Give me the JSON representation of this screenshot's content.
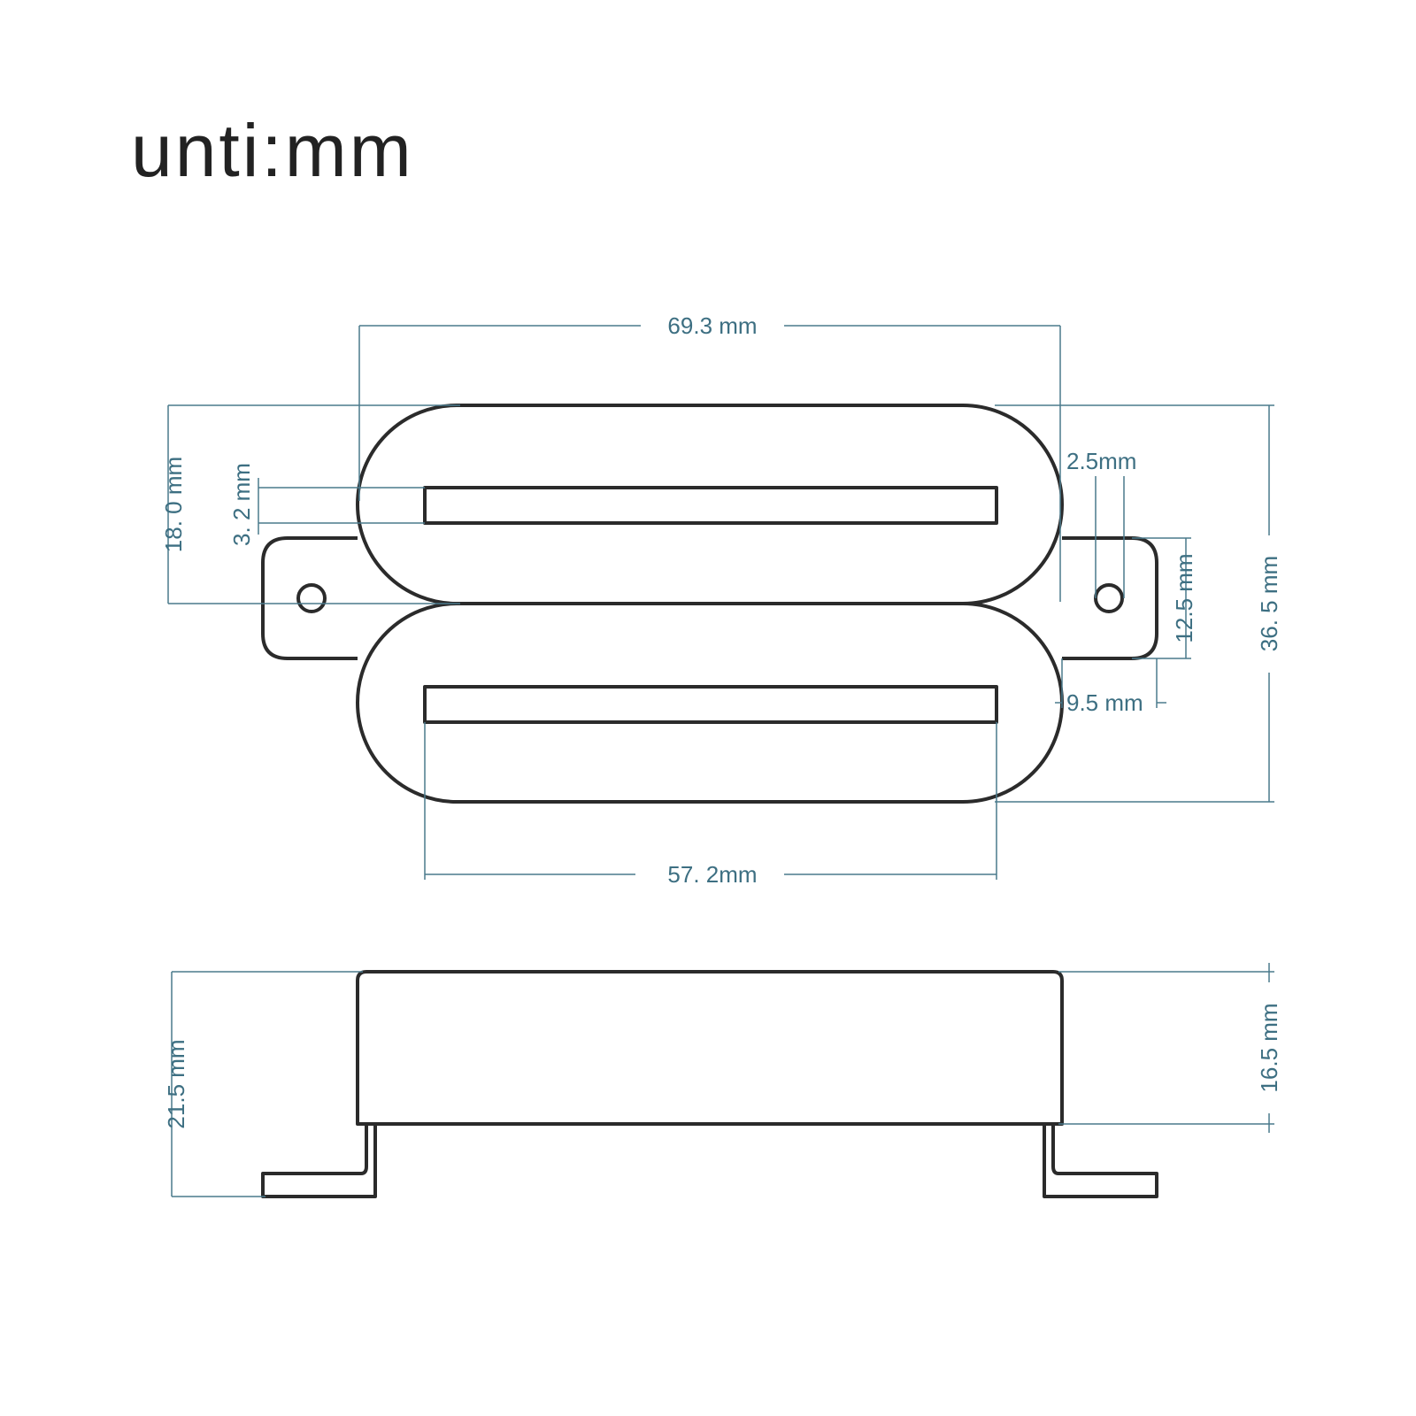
{
  "title": "unti:mm",
  "colors": {
    "outline": "#2b2b2b",
    "dimension": "#4a7a8c",
    "dimension_text": "#3d6f82"
  },
  "top_view": {
    "overall_width": "69.3 mm",
    "blade_length": "57. 2mm",
    "coil_height": "18. 0 mm",
    "blade_width": "3. 2 mm",
    "mount_hole": "2.5mm",
    "tab_height": "12.5 mm",
    "tab_width": "9.5 mm",
    "overall_height": "36. 5 mm"
  },
  "side_view": {
    "total_height": "21.5 mm",
    "body_height": "16.5 mm"
  }
}
